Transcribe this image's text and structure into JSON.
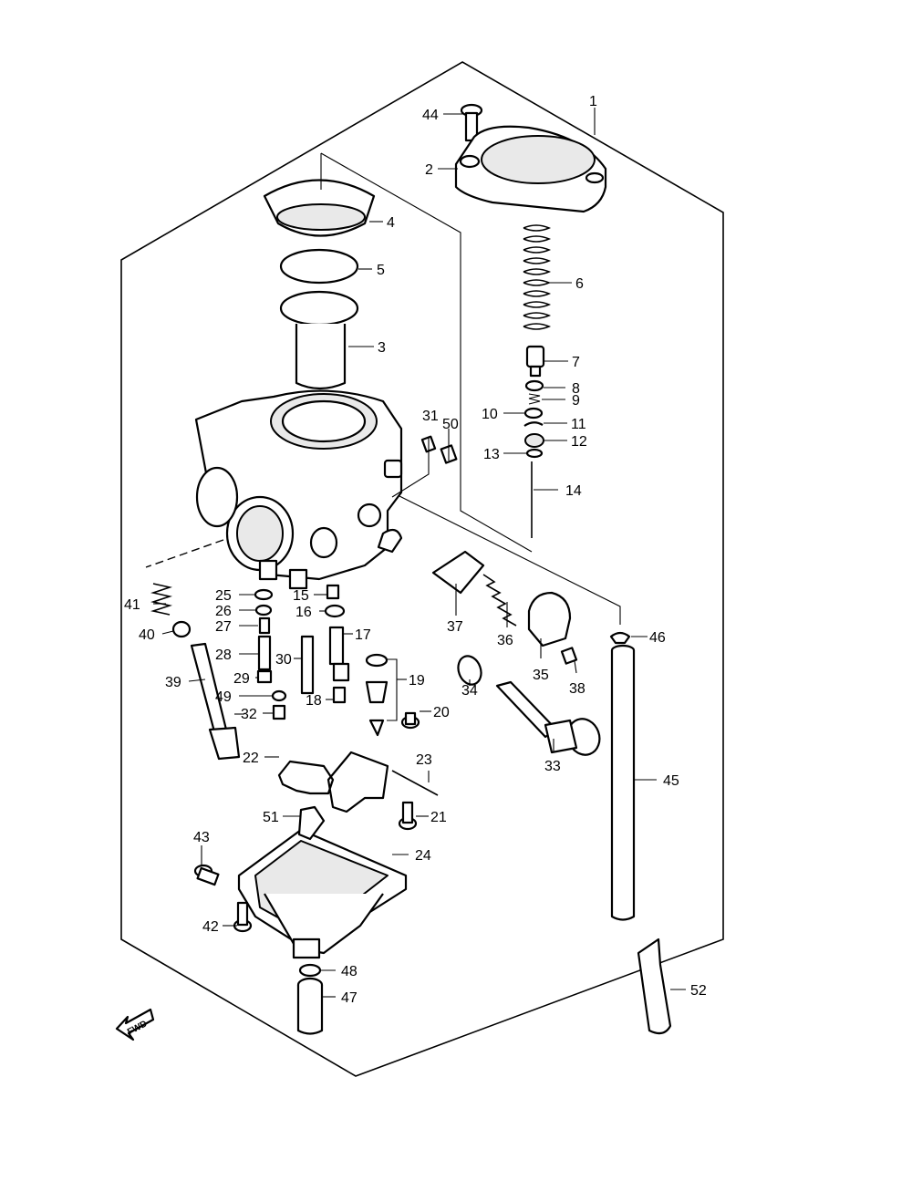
{
  "diagram": {
    "callouts": [
      "1",
      "2",
      "3",
      "4",
      "5",
      "6",
      "7",
      "8",
      "9",
      "10",
      "11",
      "12",
      "13",
      "14",
      "15",
      "16",
      "17",
      "18",
      "19",
      "20",
      "21",
      "22",
      "23",
      "24",
      "25",
      "26",
      "27",
      "28",
      "29",
      "30",
      "31",
      "32",
      "33",
      "34",
      "35",
      "36",
      "37",
      "38",
      "39",
      "40",
      "41",
      "42",
      "43",
      "44",
      "45",
      "46",
      "47",
      "48",
      "49",
      "50",
      "51",
      "52"
    ],
    "fwd_label": "FWD"
  }
}
